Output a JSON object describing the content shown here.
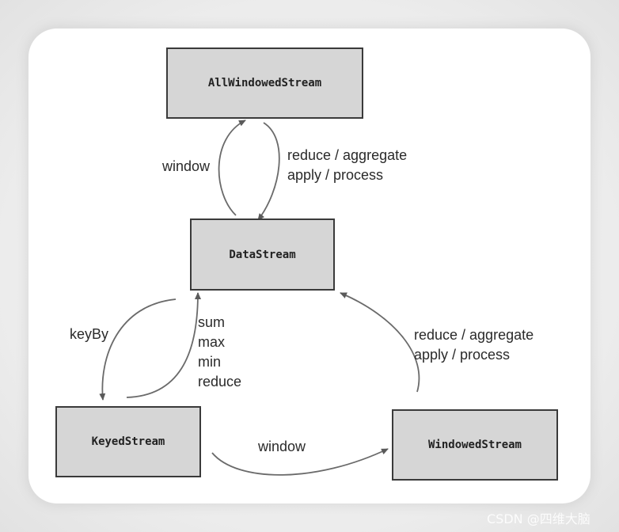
{
  "nodes": {
    "all_windowed_stream": "AllWindowedStream",
    "data_stream": "DataStream",
    "keyed_stream": "KeyedStream",
    "windowed_stream": "WindowedStream"
  },
  "edges": {
    "data_to_allwindowed": "window",
    "allwindowed_to_data": [
      "reduce / aggregate",
      "apply / process"
    ],
    "data_to_keyed": "keyBy",
    "keyed_to_data": [
      "sum",
      "max",
      "min",
      "reduce"
    ],
    "keyed_to_windowed": "window",
    "windowed_to_data": [
      "reduce / aggregate",
      "apply / process"
    ]
  },
  "watermark": "CSDN @四维大脑"
}
